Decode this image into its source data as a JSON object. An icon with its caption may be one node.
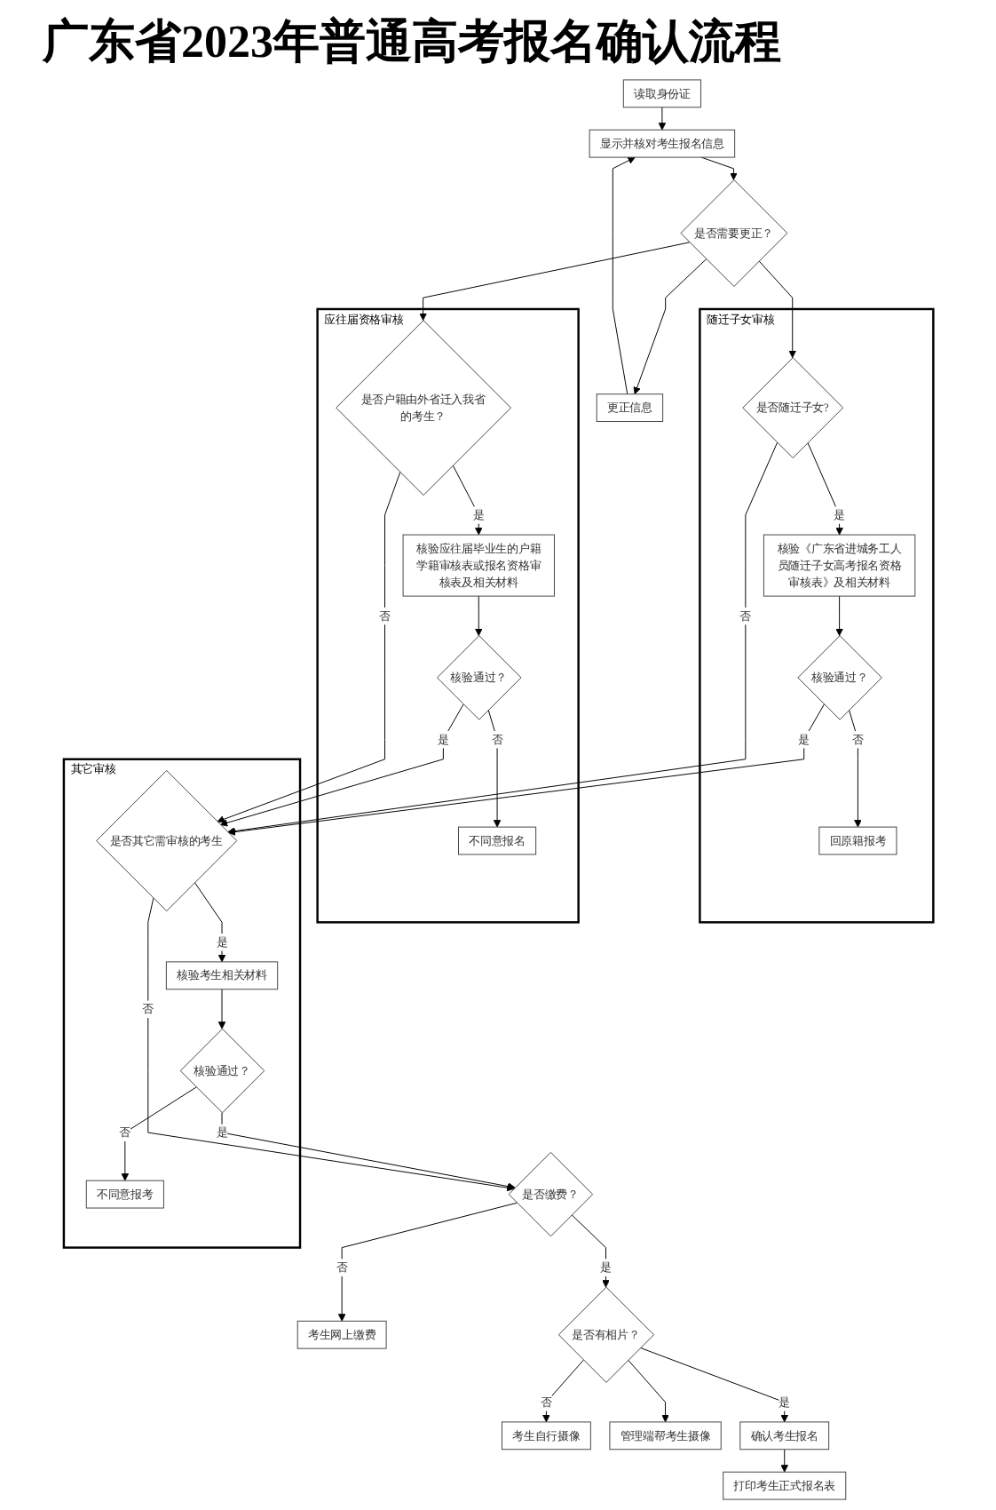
{
  "diagram": {
    "title": "广东省2023年普通高考报名确认流程",
    "nodes": [
      {
        "text": [
          "读取身份证"
        ]
      },
      {
        "text": [
          "显示并核对考生报名信息"
        ]
      },
      {
        "text": [
          "更正信息"
        ]
      },
      {
        "text": [
          "是否需要更正？"
        ]
      },
      {
        "text": [
          "随迁子女审核"
        ]
      },
      {
        "text": [
          "是否随迁子女?"
        ],
        "in": 4
      },
      {
        "text": [
          "核验《广东省进城务工人员随迁子女高考报名资格审核表》及相关材料"
        ],
        "in": 4
      },
      {
        "text": [
          "核验通过？"
        ],
        "in": 4
      },
      {
        "text": [
          "回原籍报考"
        ],
        "in": 4
      },
      {
        "text": [
          "应往届资格审核"
        ]
      },
      {
        "text": [
          "是否户籍由外省迁入我省的考生？"
        ],
        "in": 9
      },
      {
        "text": [
          "核验应往届毕业生的户籍学籍审核表或报名资格审核表及相关材料"
        ],
        "in": 9
      },
      {
        "text": [
          "核验通过？"
        ],
        "in": 9
      },
      {
        "text": [
          "不同意报名"
        ],
        "in": 9
      },
      {
        "text": [
          "其它审核"
        ]
      },
      {
        "text": [
          "是否其它需审核的考生"
        ],
        "in": 14
      },
      {
        "text": [
          "核验考生相关材料"
        ],
        "in": 14
      },
      {
        "text": [
          "核验通过？"
        ],
        "in": 14
      },
      {
        "text": [
          "不同意报考"
        ],
        "in": 14
      },
      {
        "text": [
          "是否缴费？"
        ]
      },
      {
        "text": [
          "考生网上缴费"
        ]
      },
      {
        "text": [
          "是否有相片？"
        ]
      },
      {
        "text": [
          "考生自行摄像"
        ]
      },
      {
        "text": [
          "管理端帮考生摄像"
        ]
      },
      {
        "text": [
          "确认考生报名"
        ]
      },
      {
        "text": [
          "打印考生正式报名表"
        ]
      }
    ],
    "edges": [
      {
        "from": 0,
        "to": 1,
        "arrow": "to"
      },
      {
        "from": 1,
        "to": 3,
        "arrow": "to"
      },
      {
        "from": 3,
        "to": 2,
        "arrow": "to"
      },
      {
        "from": 2,
        "to": 1,
        "arrow": "to"
      },
      {
        "from": 3,
        "to": 5,
        "arrow": "to"
      },
      {
        "from": 3,
        "to": 10,
        "arrow": "to"
      },
      {
        "from": 5,
        "to": 6,
        "arrow": "to",
        "label": "是"
      },
      {
        "from": 6,
        "to": 7,
        "arrow": "to"
      },
      {
        "from": 7,
        "to": 8,
        "arrow": "to",
        "label": "否"
      },
      {
        "from": 7,
        "to": 15,
        "arrow": "to",
        "label": "是"
      },
      {
        "from": 5,
        "to": 15,
        "arrow": "to",
        "label": "否"
      },
      {
        "from": 10,
        "to": 11,
        "arrow": "to",
        "label": "是"
      },
      {
        "from": 11,
        "to": 12,
        "arrow": "to"
      },
      {
        "from": 12,
        "to": 13,
        "arrow": "to",
        "label": "否"
      },
      {
        "from": 12,
        "to": 15,
        "arrow": "to",
        "label": "是"
      },
      {
        "from": 10,
        "to": 15,
        "arrow": "to",
        "label": "否"
      },
      {
        "from": 15,
        "to": 16,
        "arrow": "to",
        "label": "是"
      },
      {
        "from": 16,
        "to": 17,
        "arrow": "to"
      },
      {
        "from": 17,
        "to": 18,
        "arrow": "to",
        "label": "否"
      },
      {
        "from": 17,
        "to": 19,
        "arrow": "to",
        "label": "是"
      },
      {
        "from": 15,
        "to": 19,
        "arrow": "to",
        "label": "否"
      },
      {
        "from": 19,
        "to": 20,
        "arrow": "to",
        "label": "否"
      },
      {
        "from": 19,
        "to": 21,
        "arrow": "to",
        "label": "是"
      },
      {
        "from": 21,
        "to": 22,
        "arrow": "to",
        "label": "否"
      },
      {
        "from": 21,
        "to": 23,
        "arrow": "to"
      },
      {
        "from": 21,
        "to": 24,
        "arrow": "to",
        "label": "是"
      },
      {
        "from": 24,
        "to": 25,
        "arrow": "to"
      }
    ]
  }
}
